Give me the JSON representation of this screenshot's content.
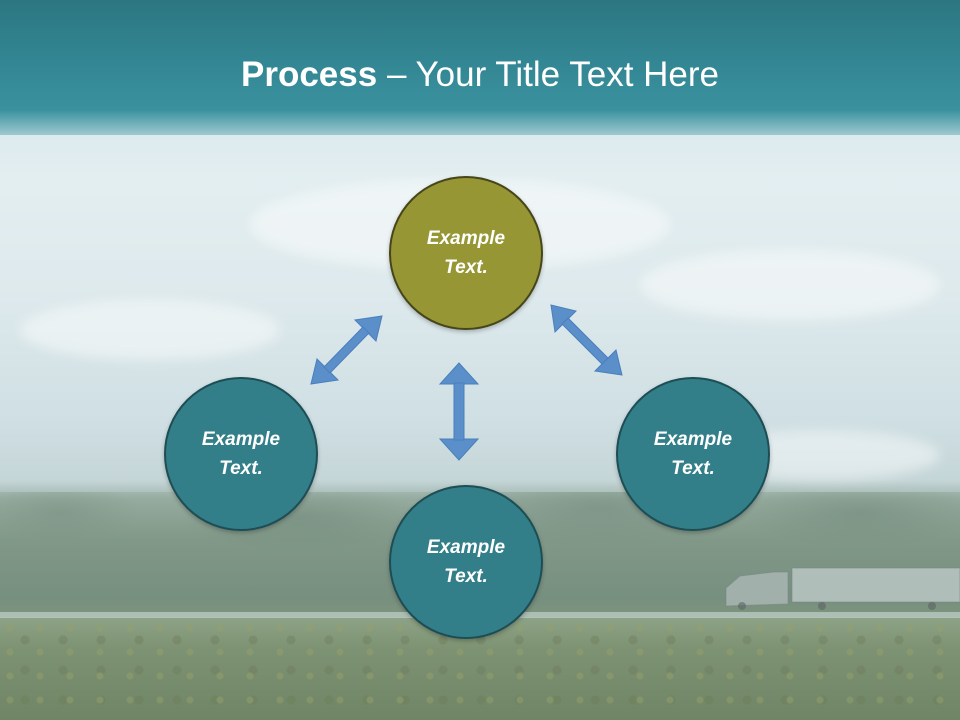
{
  "title": {
    "bold": "Process",
    "rest": " – Your Title Text Here"
  },
  "nodes": [
    {
      "label": "Example Text.",
      "color": "#969634"
    },
    {
      "label": "Example Text.",
      "color": "#337f89"
    },
    {
      "label": "Example Text.",
      "color": "#337f89"
    },
    {
      "label": "Example Text.",
      "color": "#337f89"
    }
  ],
  "colors": {
    "header": "#2c7680",
    "arrow": "#5b8fc9"
  }
}
